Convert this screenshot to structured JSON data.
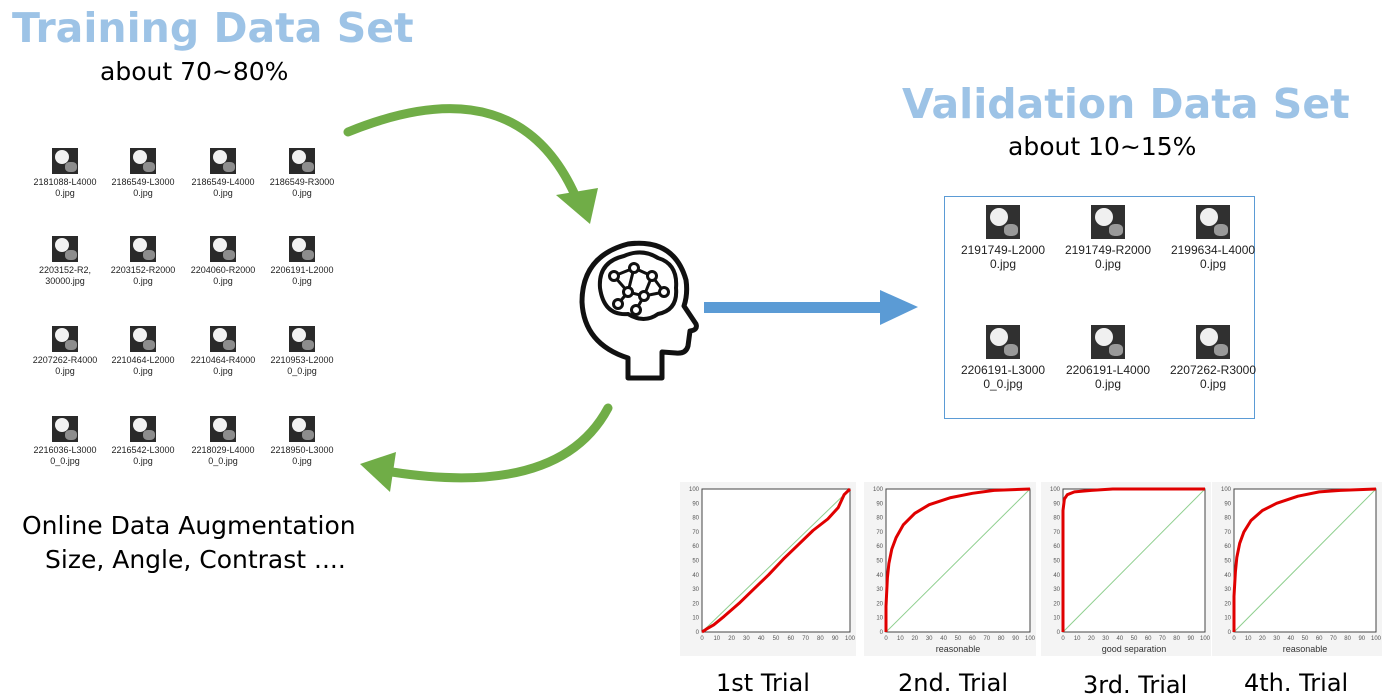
{
  "training": {
    "title": "Training Data Set",
    "subtitle": "about 70~80%",
    "files": [
      {
        "name": "2181088-L4000",
        "ext": "0.jpg"
      },
      {
        "name": "2186549-L3000",
        "ext": "0.jpg"
      },
      {
        "name": "2186549-L4000",
        "ext": "0.jpg"
      },
      {
        "name": "2186549-R3000",
        "ext": "0.jpg"
      },
      {
        "name": "2203152-R2,",
        "ext": "30000.jpg"
      },
      {
        "name": "2203152-R2000",
        "ext": "0.jpg"
      },
      {
        "name": "2204060-R2000",
        "ext": "0.jpg"
      },
      {
        "name": "2206191-L2000",
        "ext": "0.jpg"
      },
      {
        "name": "2207262-R4000",
        "ext": "0.jpg"
      },
      {
        "name": "2210464-L2000",
        "ext": "0.jpg"
      },
      {
        "name": "2210464-R4000",
        "ext": "0.jpg"
      },
      {
        "name": "2210953-L2000",
        "ext": "0_0.jpg"
      },
      {
        "name": "2216036-L3000",
        "ext": "0_0.jpg"
      },
      {
        "name": "2216542-L3000",
        "ext": "0.jpg"
      },
      {
        "name": "2218029-L4000",
        "ext": "0_0.jpg"
      },
      {
        "name": "2218950-L3000",
        "ext": "0.jpg"
      }
    ]
  },
  "augmentation": {
    "line1": "Online Data Augmentation",
    "line2": "Size, Angle, Contrast ...."
  },
  "validation": {
    "title": "Validation Data Set",
    "subtitle": "about 10~15%",
    "files": [
      {
        "name": "2191749-L2000",
        "ext": "0.jpg"
      },
      {
        "name": "2191749-R2000",
        "ext": "0.jpg"
      },
      {
        "name": "2199634-L4000",
        "ext": "0.jpg"
      },
      {
        "name": "2206191-L3000",
        "ext": "0_0.jpg"
      },
      {
        "name": "2206191-L4000",
        "ext": "0.jpg"
      },
      {
        "name": "2207262-R3000",
        "ext": "0.jpg"
      }
    ]
  },
  "colors": {
    "title": "#9dc3e6",
    "green_arrow": "#70ad47",
    "blue_arrow": "#5b9bd5",
    "roc_curve": "#e00000",
    "diagonal": "#8fcf8f"
  },
  "icons": {
    "brain": "head-with-neural-network-brain-icon"
  },
  "trials": [
    {
      "label": "1st Trial",
      "roc_caption": "",
      "curve": [
        [
          0,
          0
        ],
        [
          3,
          2
        ],
        [
          8,
          5
        ],
        [
          15,
          11
        ],
        [
          25,
          20
        ],
        [
          35,
          30
        ],
        [
          45,
          40
        ],
        [
          55,
          51
        ],
        [
          65,
          61
        ],
        [
          75,
          71
        ],
        [
          85,
          79
        ],
        [
          92,
          87
        ],
        [
          96,
          96
        ],
        [
          100,
          100
        ]
      ]
    },
    {
      "label": "2nd. Trial",
      "roc_caption": "reasonable",
      "curve": [
        [
          0,
          0
        ],
        [
          0,
          18
        ],
        [
          1,
          38
        ],
        [
          2,
          48
        ],
        [
          4,
          58
        ],
        [
          7,
          66
        ],
        [
          12,
          75
        ],
        [
          20,
          83
        ],
        [
          30,
          89
        ],
        [
          45,
          94
        ],
        [
          60,
          97
        ],
        [
          75,
          99
        ],
        [
          100,
          100
        ]
      ]
    },
    {
      "label": "3rd. Trial",
      "roc_caption": "good separation",
      "curve": [
        [
          0,
          0
        ],
        [
          0,
          85
        ],
        [
          1,
          93
        ],
        [
          3,
          96
        ],
        [
          8,
          98
        ],
        [
          20,
          99
        ],
        [
          35,
          100
        ],
        [
          100,
          100
        ]
      ]
    },
    {
      "label": "4th. Trial",
      "roc_caption": "reasonable",
      "curve": [
        [
          0,
          0
        ],
        [
          0,
          25
        ],
        [
          1,
          42
        ],
        [
          2,
          52
        ],
        [
          4,
          62
        ],
        [
          7,
          70
        ],
        [
          12,
          78
        ],
        [
          20,
          85
        ],
        [
          30,
          90
        ],
        [
          45,
          95
        ],
        [
          60,
          98
        ],
        [
          75,
          99
        ],
        [
          100,
          100
        ]
      ]
    }
  ]
}
